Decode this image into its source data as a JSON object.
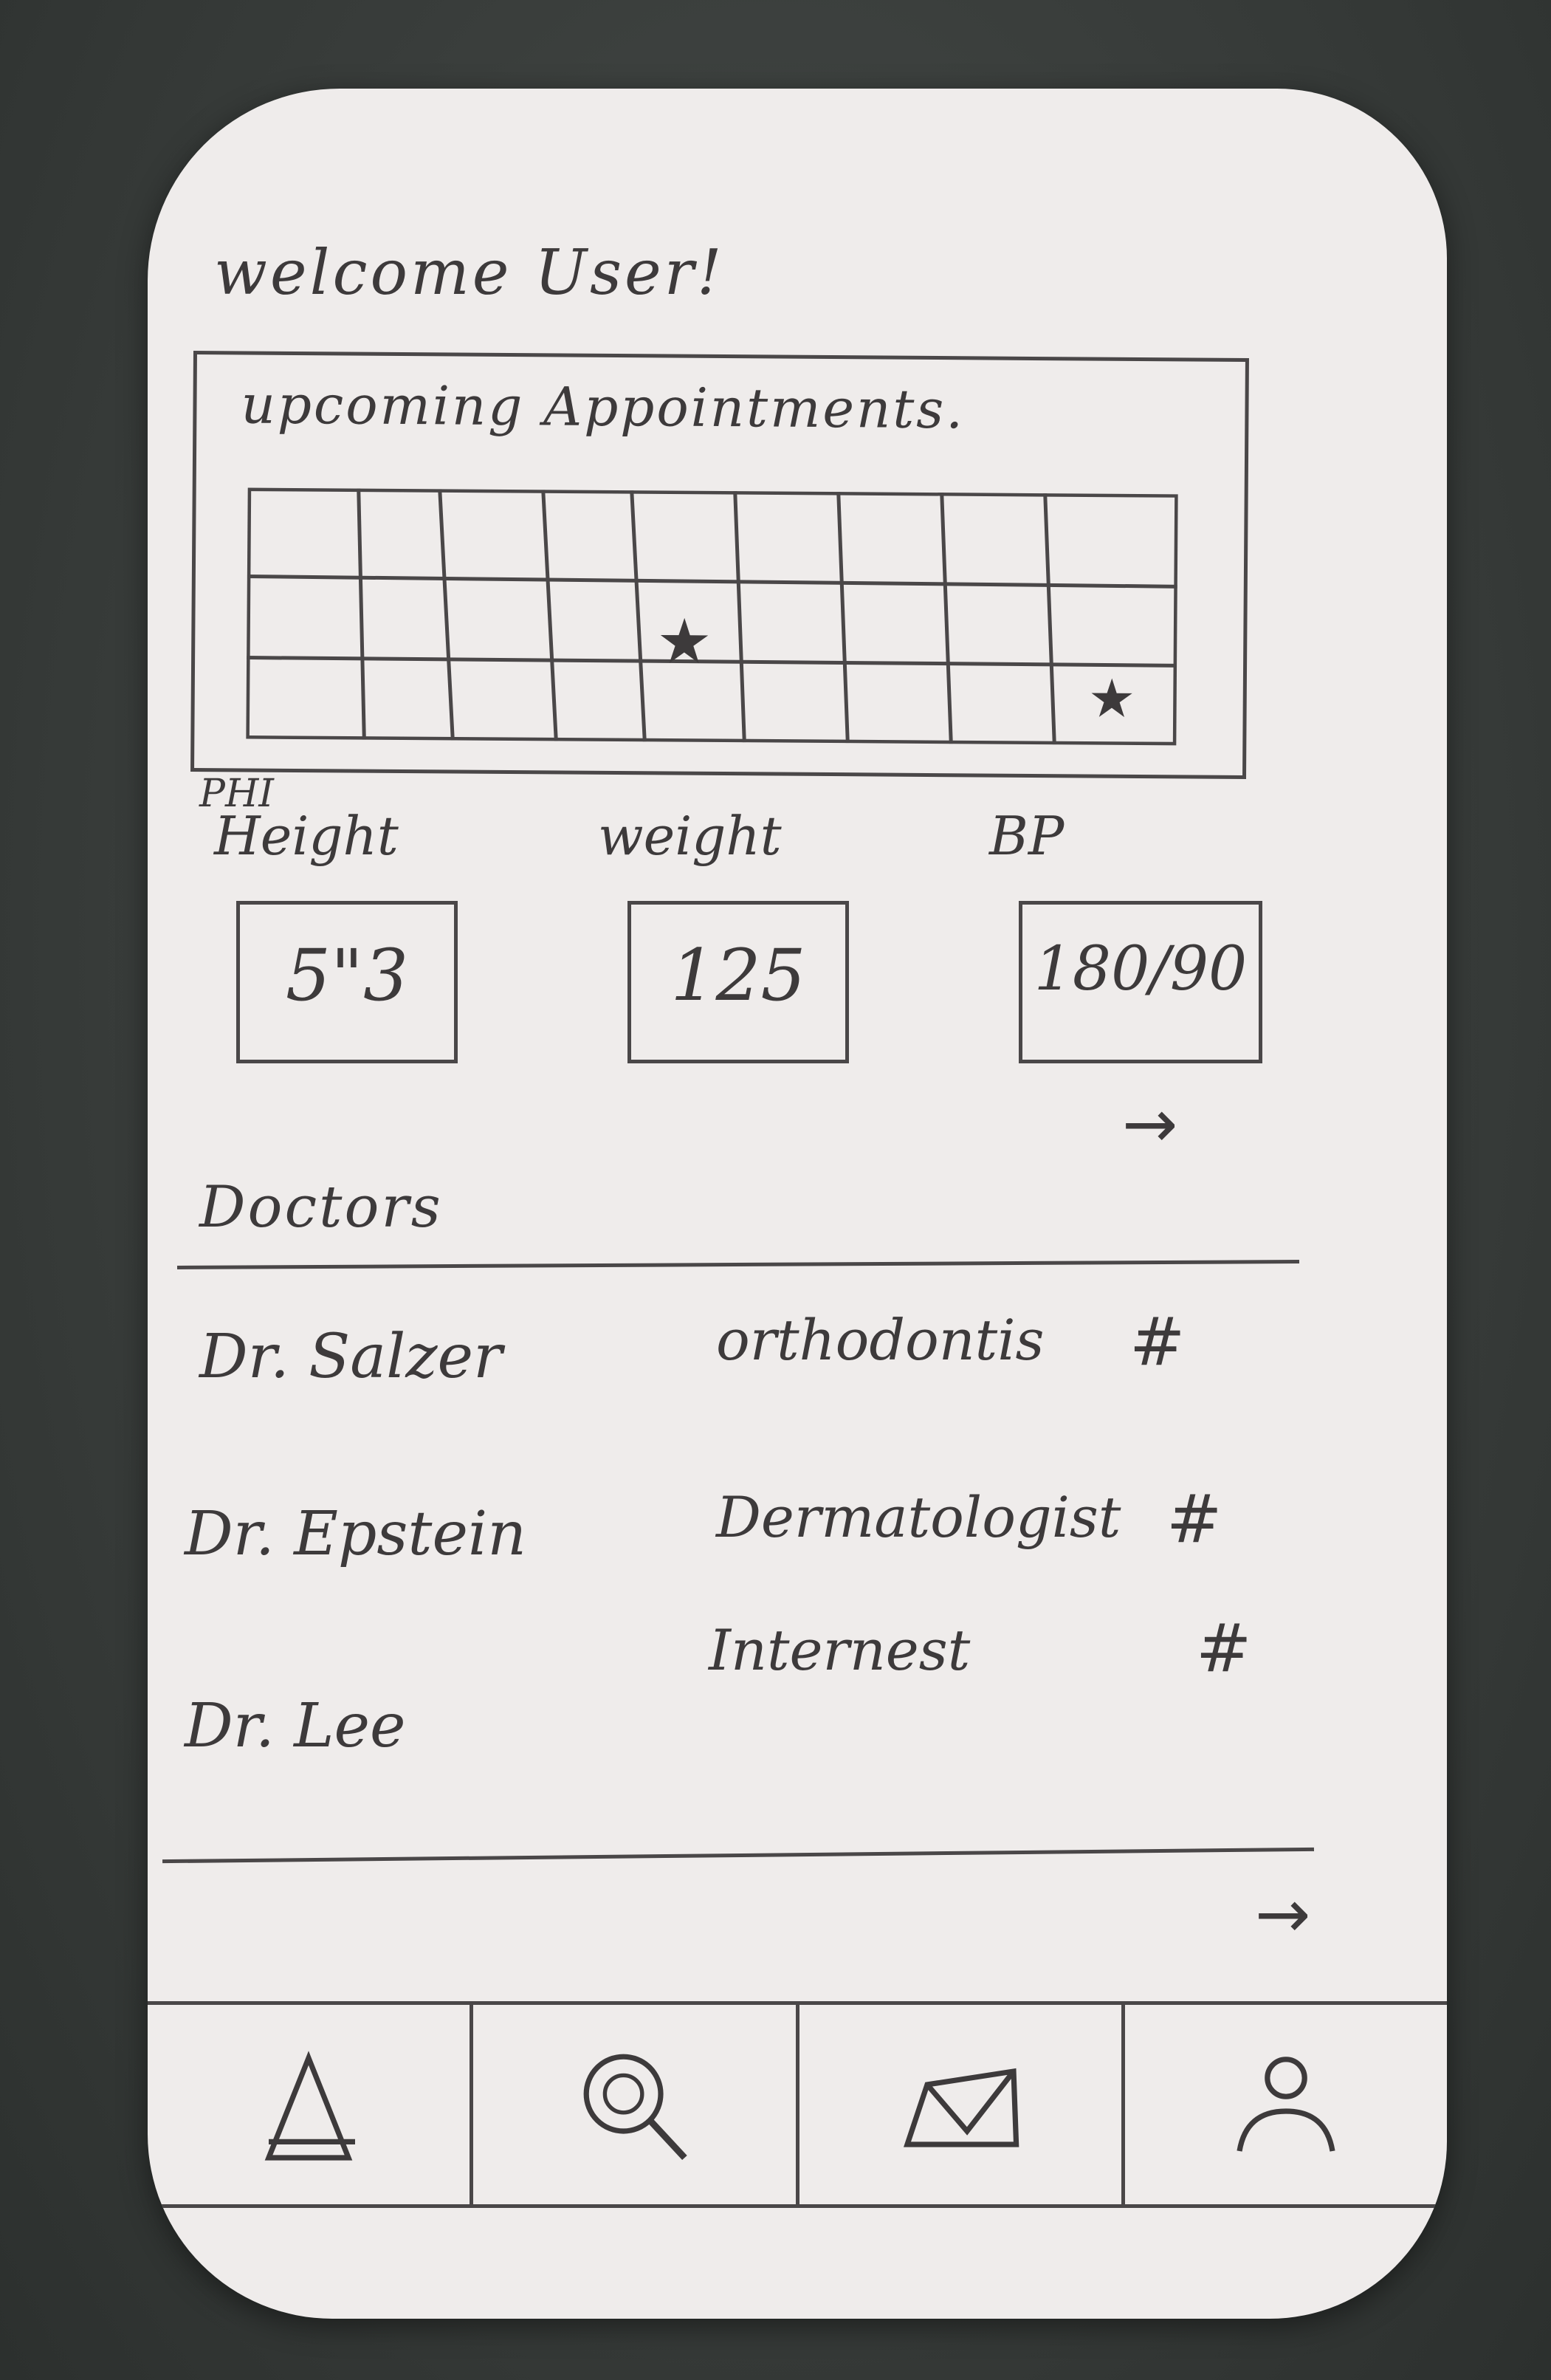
{
  "header": {
    "welcome": "welcome User!"
  },
  "appointments": {
    "title": "upcoming Appointments."
  },
  "phi": {
    "label": "PHI",
    "stats": [
      {
        "label": "Height",
        "value": "5\"3"
      },
      {
        "label": "weight",
        "value": "125"
      },
      {
        "label": "BP",
        "value": "180/90"
      }
    ]
  },
  "doctors": {
    "title": "Doctors",
    "items": [
      {
        "name": "Dr. Salzer",
        "specialty": "orthodontis"
      },
      {
        "name": "Dr. Epstein",
        "specialty": "Dermatologist"
      },
      {
        "name": "Dr. Lee",
        "specialty": "Internest"
      }
    ]
  },
  "icons": {
    "arrow": "→",
    "favorite": "#",
    "star": "★"
  },
  "tabbar": {
    "tabs": [
      "home-icon",
      "search-icon",
      "mail-icon",
      "profile-icon"
    ]
  }
}
